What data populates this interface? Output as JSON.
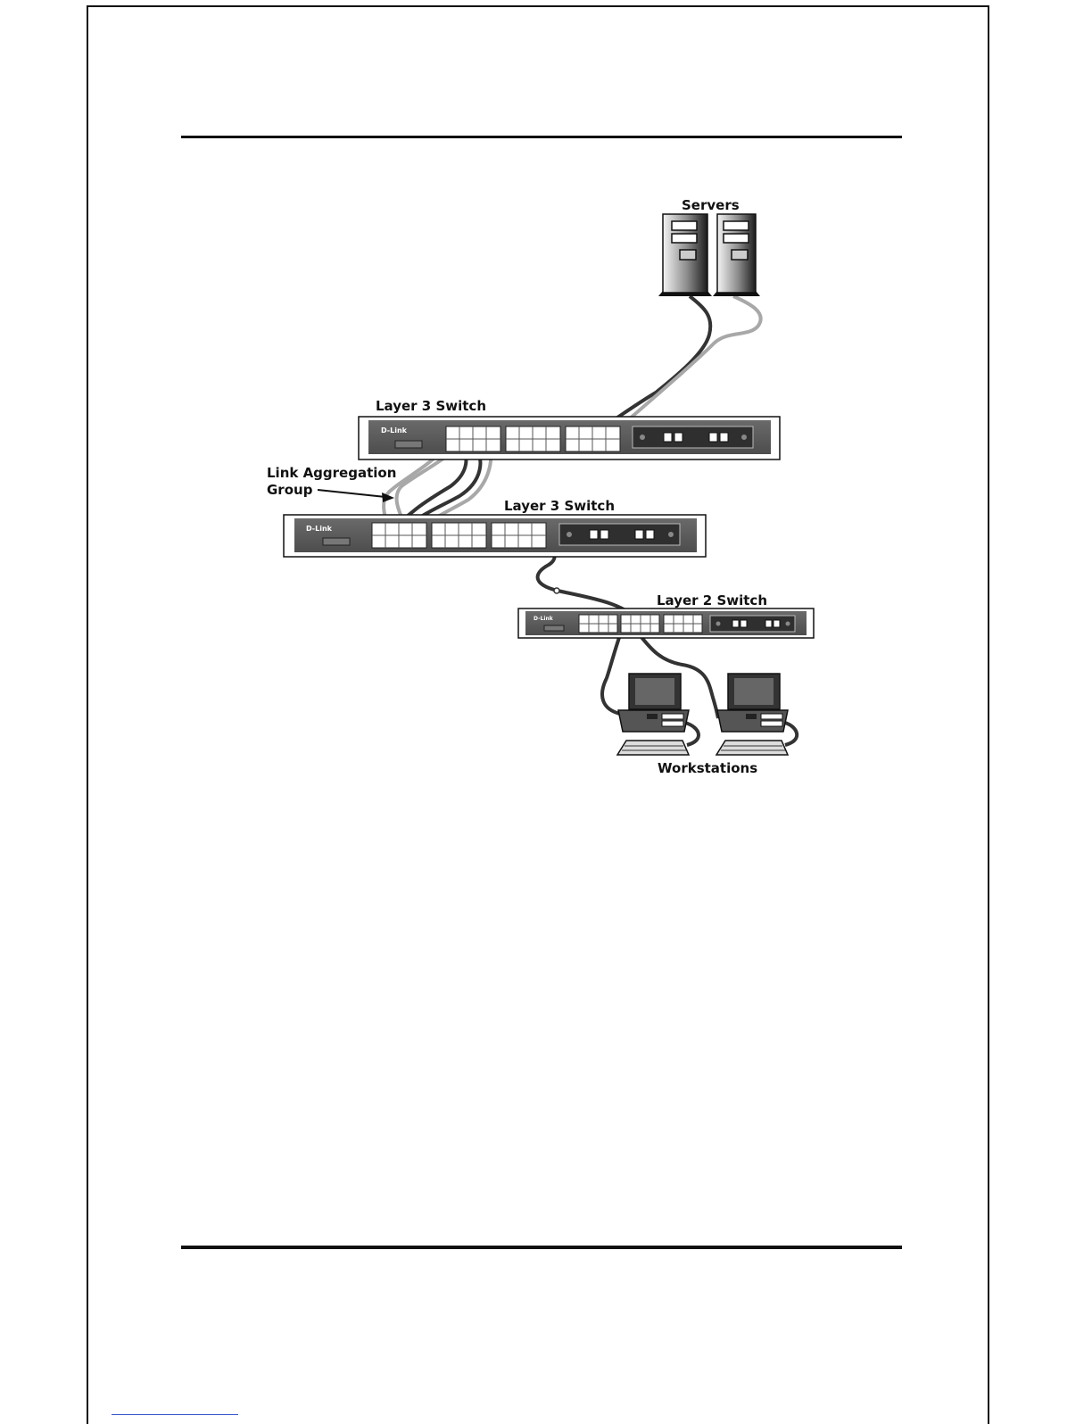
{
  "diagram": {
    "labels": {
      "servers": "Servers",
      "layer3_top": "Layer 3 Switch",
      "layer3_middle": "Layer 3 Switch",
      "layer2": "Layer 2 Switch",
      "workstations": "Workstations",
      "lag_line1": "Link Aggregation",
      "lag_line2": "Group"
    },
    "brand": "D-Link",
    "colors": {
      "device_body": "#5a5a5a",
      "panel": "#2f2f2f",
      "cable_dark": "#333333",
      "cable_light": "#a8a8a8",
      "rule": "#111111"
    },
    "icons": [
      "server-icon",
      "network-switch-icon",
      "workstation-icon",
      "arrow-icon"
    ]
  }
}
